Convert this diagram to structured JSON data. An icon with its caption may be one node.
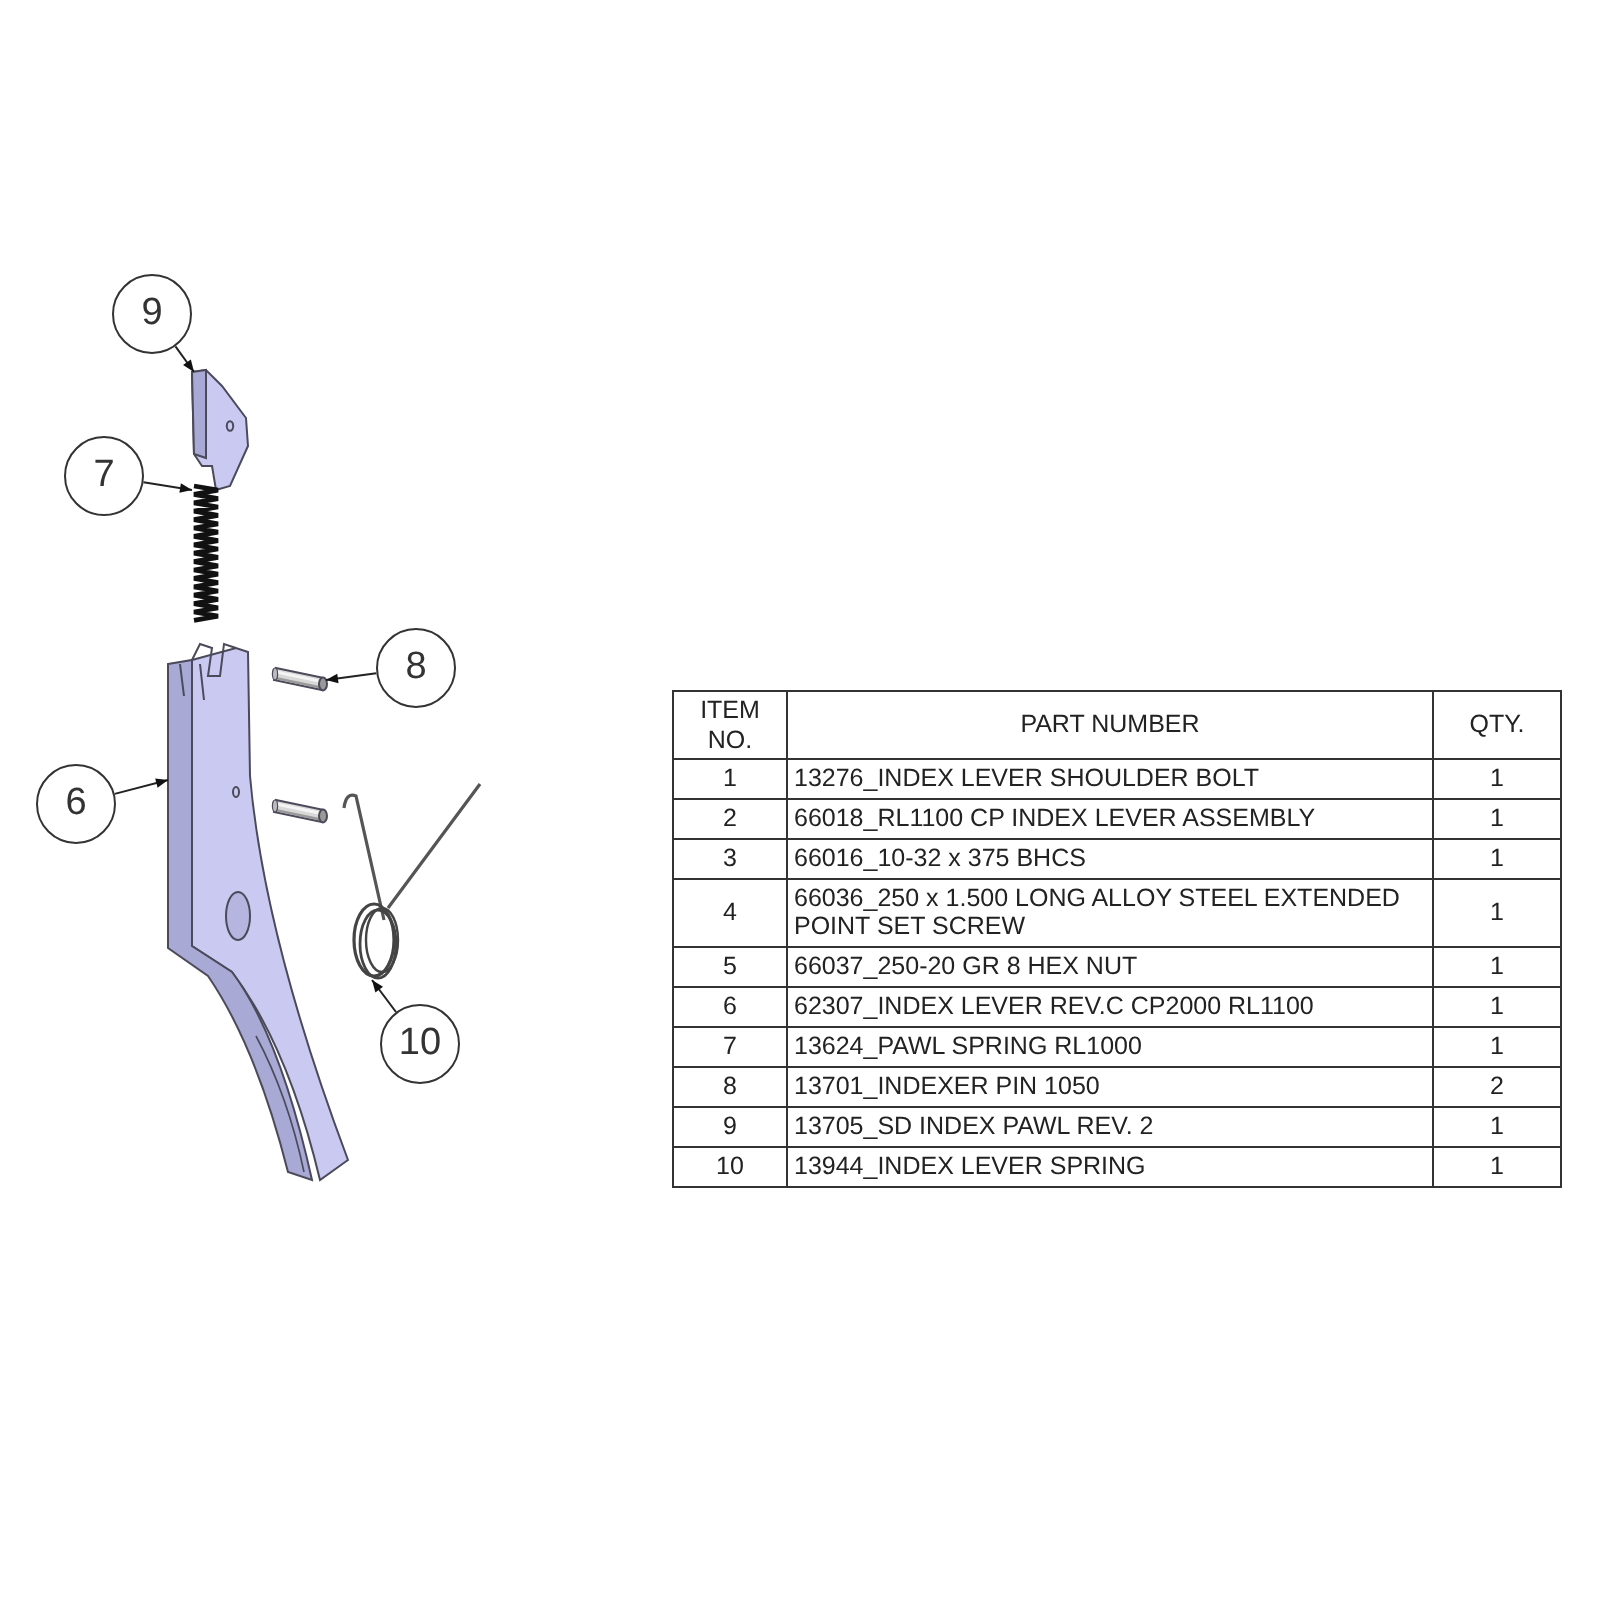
{
  "diagram": {
    "nodes": [
      {
        "text": [
          "9"
        ]
      },
      {
        "text": [],
        "shape": "picture"
      },
      {
        "text": [
          "7"
        ]
      },
      {
        "text": [],
        "shape": "picture"
      },
      {
        "text": [
          "8"
        ]
      },
      {
        "text": [],
        "shape": "picture"
      },
      {
        "text": [
          "6"
        ]
      },
      {
        "text": [],
        "shape": "picture"
      },
      {
        "text": [
          "10"
        ]
      },
      {
        "text": [],
        "shape": "picture"
      }
    ],
    "edges": [
      {
        "from": 0,
        "to": 1,
        "arrow": "to"
      },
      {
        "from": 2,
        "to": 3,
        "arrow": "to"
      },
      {
        "from": 4,
        "to": 5,
        "arrow": "to"
      },
      {
        "from": 6,
        "to": 7,
        "arrow": "to"
      },
      {
        "from": 8,
        "to": 9,
        "arrow": "to"
      }
    ],
    "labels": [
      "ITEM NO.",
      "PART NUMBER",
      "QTY.",
      "1",
      "13276_INDEX LEVER SHOULDER BOLT",
      "1",
      "2",
      "66018_RL1100 CP INDEX LEVER ASSEMBLY",
      "1",
      "3",
      "66016_10-32 x 375 BHCS",
      "1",
      "4",
      "66036_250 x 1.500 LONG ALLOY STEEL EXTENDED POINT SET SCREW",
      "1",
      "5",
      "66037_250-20 GR 8 HEX NUT",
      "1",
      "6",
      "62307_INDEX LEVER REV.C CP2000 RL1100",
      "1",
      "7",
      "13624_PAWL SPRING RL1000",
      "1",
      "8",
      "13701_INDEXER PIN 1050",
      "2",
      "9",
      "13705_SD INDEX PAWL REV. 2",
      "1",
      "10",
      "13944_INDEX LEVER SPRING",
      "1"
    ]
  }
}
